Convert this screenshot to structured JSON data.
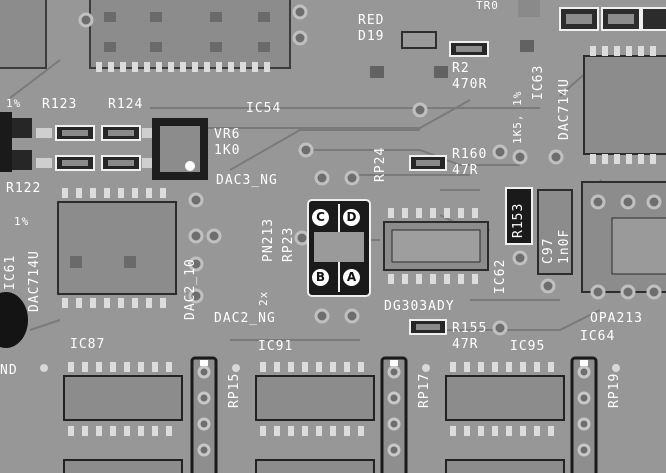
{
  "labels": {
    "red": "RED",
    "d19": "D19",
    "tr0": "TR0",
    "r2": "R2",
    "r2_val": "470R",
    "ic63": "IC63",
    "dac714u_a": "DAC714U",
    "one_x": "1%",
    "r123": "R123",
    "r124": "R124",
    "ic54": "IC54",
    "vr6": "VR6",
    "vr6_val": "1K0",
    "r122": "R122",
    "dac3_ng": "DAC3_NG",
    "rp24": "RP24",
    "r160": "R160",
    "r160_val": "47R",
    "one_k5": "1K5, 1%",
    "r153": "R153",
    "c97": "C97",
    "c97_val": "1n0F",
    "ic61": "IC61",
    "dac714u_b": "DAC714U",
    "pn213": "PN213",
    "rp23": "RP23",
    "dac2_10": "DAC2_10",
    "dac2_ng": "DAC2_NG",
    "dg303": "DG303ADY",
    "ic62": "IC62",
    "r155": "R155",
    "r155_val": "47R",
    "opa213": "OPA213",
    "ic64": "IC64",
    "ic87": "IC87",
    "ic91": "IC91",
    "ic95": "IC95",
    "rp15": "RP15",
    "rp17": "RP17",
    "rp19": "RP19",
    "nd": "ND",
    "one_pct_left": "1%",
    "two_x": "2x"
  },
  "jumpers": {
    "c": "C",
    "d": "D",
    "b": "B",
    "a": "A"
  }
}
